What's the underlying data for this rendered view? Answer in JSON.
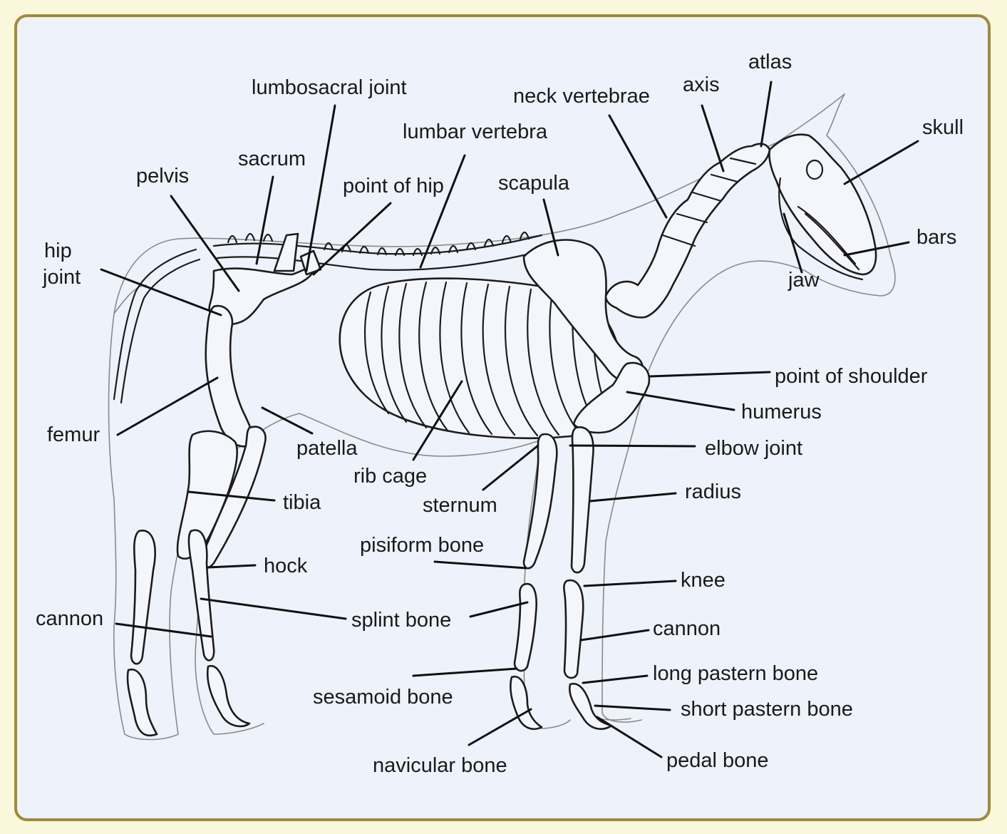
{
  "colors": {
    "page": "#fbf7dc",
    "frame_border": "#a08a3b",
    "panel": "#eef2fa",
    "ink": "#1a1a1a"
  },
  "labels": {
    "lumbosacral_joint": "lumbosacral joint",
    "neck_vertebrae": "neck vertebrae",
    "axis": "axis",
    "atlas": "atlas",
    "skull": "skull",
    "lumbar_vertebra": "lumbar vertebra",
    "sacrum": "sacrum",
    "pelvis": "pelvis",
    "point_of_hip": "point of hip",
    "scapula": "scapula",
    "hip": "hip",
    "joint": "joint",
    "bars": "bars",
    "jaw": "jaw",
    "point_of_shoulder": "point of shoulder",
    "humerus": "humerus",
    "femur": "femur",
    "patella": "patella",
    "elbow_joint": "elbow joint",
    "rib_cage": "rib cage",
    "radius": "radius",
    "tibia": "tibia",
    "sternum": "sternum",
    "pisiform_bone": "pisiform bone",
    "hock": "hock",
    "knee": "knee",
    "cannon_hind": "cannon",
    "splint_bone": "splint bone",
    "cannon_fore": "cannon",
    "long_pastern_bone": "long pastern bone",
    "sesamoid_bone": "sesamoid bone",
    "short_pastern_bone": "short pastern bone",
    "pedal_bone": "pedal bone",
    "navicular_bone": "navicular bone"
  }
}
